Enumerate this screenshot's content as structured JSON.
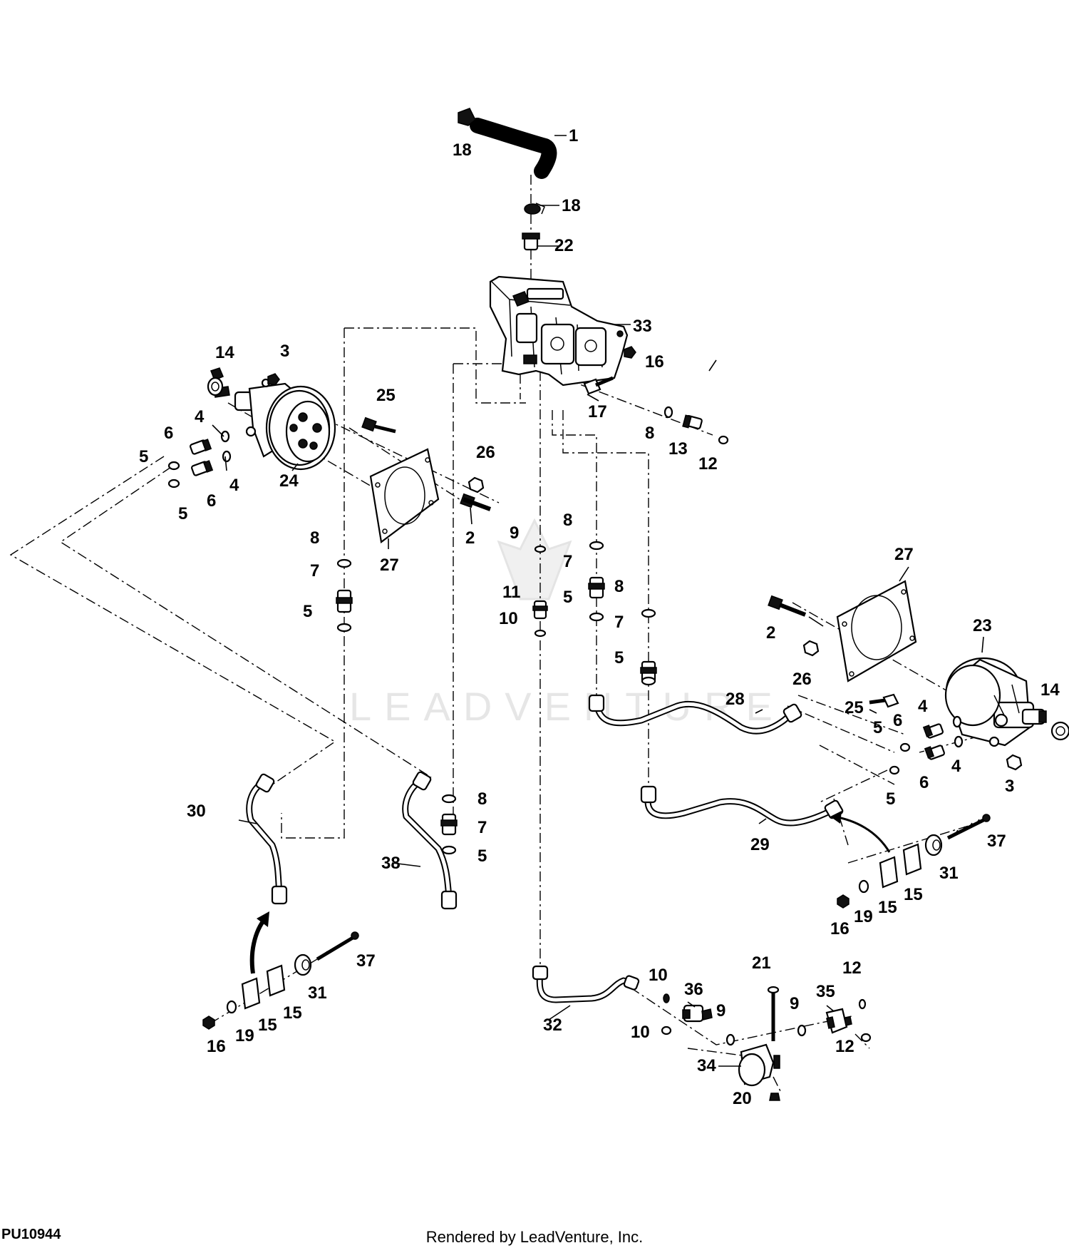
{
  "diagram": {
    "figure_id": "PU10944",
    "credit": "Rendered by LeadVenture, Inc.",
    "watermark": "LEADVENTURE",
    "callouts": [
      {
        "id": "c-1",
        "text": "1"
      },
      {
        "id": "c-18a",
        "text": "18"
      },
      {
        "id": "c-18b",
        "text": "18"
      },
      {
        "id": "c-22",
        "text": "22"
      },
      {
        "id": "c-33",
        "text": "33"
      },
      {
        "id": "c-16a",
        "text": "16"
      },
      {
        "id": "c-17",
        "text": "17"
      },
      {
        "id": "c-8a",
        "text": "8"
      },
      {
        "id": "c-13",
        "text": "13"
      },
      {
        "id": "c-12a",
        "text": "12"
      },
      {
        "id": "c-14a",
        "text": "14"
      },
      {
        "id": "c-3a",
        "text": "3"
      },
      {
        "id": "c-25a",
        "text": "25"
      },
      {
        "id": "c-4a",
        "text": "4"
      },
      {
        "id": "c-6a",
        "text": "6"
      },
      {
        "id": "c-5a",
        "text": "5"
      },
      {
        "id": "c-4b",
        "text": "4"
      },
      {
        "id": "c-6b",
        "text": "6"
      },
      {
        "id": "c-5b",
        "text": "5"
      },
      {
        "id": "c-24",
        "text": "24"
      },
      {
        "id": "c-26a",
        "text": "26"
      },
      {
        "id": "c-2a",
        "text": "2"
      },
      {
        "id": "c-27a",
        "text": "27"
      },
      {
        "id": "c-8b",
        "text": "8"
      },
      {
        "id": "c-7a",
        "text": "7"
      },
      {
        "id": "c-5c",
        "text": "5"
      },
      {
        "id": "c-9a",
        "text": "9"
      },
      {
        "id": "c-8c",
        "text": "8"
      },
      {
        "id": "c-7b",
        "text": "7"
      },
      {
        "id": "c-11",
        "text": "11"
      },
      {
        "id": "c-5d",
        "text": "5"
      },
      {
        "id": "c-10a",
        "text": "10"
      },
      {
        "id": "c-8d",
        "text": "8"
      },
      {
        "id": "c-7c",
        "text": "7"
      },
      {
        "id": "c-5e",
        "text": "5"
      },
      {
        "id": "c-27b",
        "text": "27"
      },
      {
        "id": "c-2b",
        "text": "2"
      },
      {
        "id": "c-23",
        "text": "23"
      },
      {
        "id": "c-26b",
        "text": "26"
      },
      {
        "id": "c-14b",
        "text": "14"
      },
      {
        "id": "c-28",
        "text": "28"
      },
      {
        "id": "c-25b",
        "text": "25"
      },
      {
        "id": "c-4c",
        "text": "4"
      },
      {
        "id": "c-6c",
        "text": "6"
      },
      {
        "id": "c-5f",
        "text": "5"
      },
      {
        "id": "c-6d",
        "text": "6"
      },
      {
        "id": "c-4d",
        "text": "4"
      },
      {
        "id": "c-3b",
        "text": "3"
      },
      {
        "id": "c-5g",
        "text": "5"
      },
      {
        "id": "c-29",
        "text": "29"
      },
      {
        "id": "c-37a",
        "text": "37"
      },
      {
        "id": "c-31a",
        "text": "31"
      },
      {
        "id": "c-15a",
        "text": "15"
      },
      {
        "id": "c-15b",
        "text": "15"
      },
      {
        "id": "c-19a",
        "text": "19"
      },
      {
        "id": "c-16b",
        "text": "16"
      },
      {
        "id": "c-30",
        "text": "30"
      },
      {
        "id": "c-8e",
        "text": "8"
      },
      {
        "id": "c-7d",
        "text": "7"
      },
      {
        "id": "c-5h",
        "text": "5"
      },
      {
        "id": "c-38",
        "text": "38"
      },
      {
        "id": "c-37b",
        "text": "37"
      },
      {
        "id": "c-31b",
        "text": "31"
      },
      {
        "id": "c-15c",
        "text": "15"
      },
      {
        "id": "c-15d",
        "text": "15"
      },
      {
        "id": "c-19b",
        "text": "19"
      },
      {
        "id": "c-16c",
        "text": "16"
      },
      {
        "id": "c-32",
        "text": "32"
      },
      {
        "id": "c-10b",
        "text": "10"
      },
      {
        "id": "c-36",
        "text": "36"
      },
      {
        "id": "c-10c",
        "text": "10"
      },
      {
        "id": "c-9b",
        "text": "9"
      },
      {
        "id": "c-34",
        "text": "34"
      },
      {
        "id": "c-21",
        "text": "21"
      },
      {
        "id": "c-9c",
        "text": "9"
      },
      {
        "id": "c-20",
        "text": "20"
      },
      {
        "id": "c-35",
        "text": "35"
      },
      {
        "id": "c-12b",
        "text": "12"
      },
      {
        "id": "c-12c",
        "text": "12"
      }
    ]
  }
}
